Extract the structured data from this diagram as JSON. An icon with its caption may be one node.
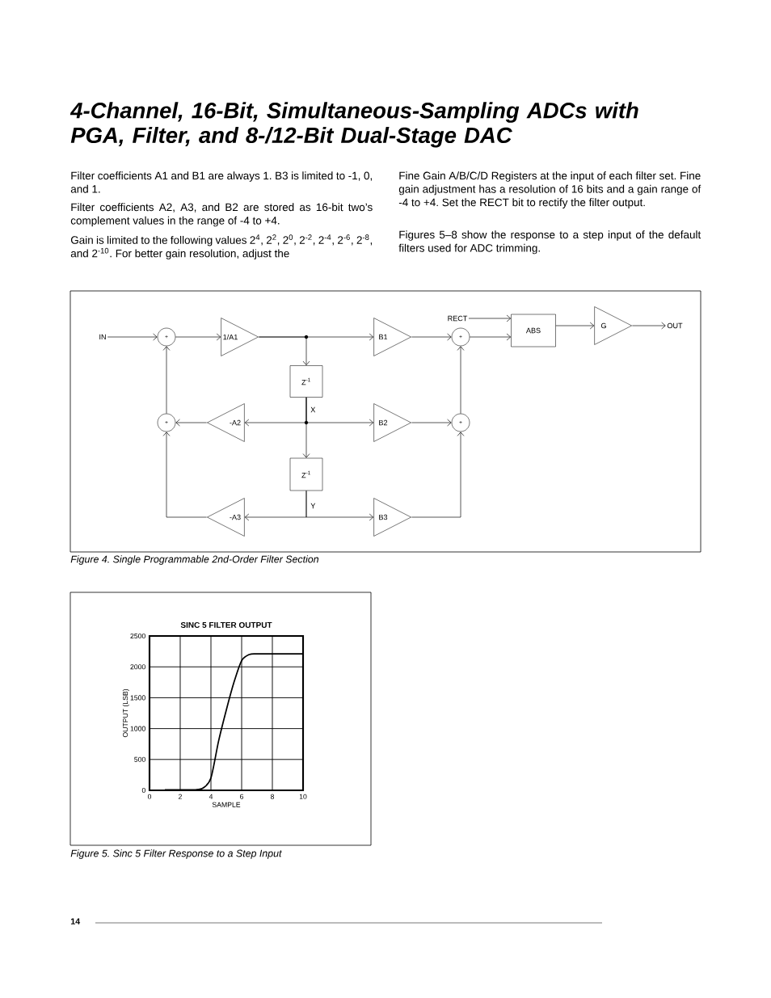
{
  "diagram": {
    "title": "4-Channel, 16-Bit, Simultaneous-Sampling ADCs with PGA, Filter, and 8-/12-Bit Dual-Stage DAC",
    "nodes": [
      {
        "text": [
          "IN"
        ]
      },
      {
        "text": [
          "+"
        ]
      },
      {
        "text": [
          "1/A1"
        ]
      },
      {
        "text": [
          "B1"
        ]
      },
      {
        "text": [
          "+"
        ]
      },
      {
        "text": [
          "RECT"
        ]
      },
      {
        "text": [
          "ABS"
        ]
      },
      {
        "text": [
          "G"
        ]
      },
      {
        "text": [
          "OUT"
        ]
      },
      {
        "text": [
          "Z$^{-1}$"
        ]
      },
      {
        "text": [
          "+"
        ]
      },
      {
        "text": [
          "-A2"
        ]
      },
      {
        "text": [
          "B2"
        ]
      },
      {
        "text": [
          "+"
        ]
      },
      {
        "text": [
          "Z$^{-1}$"
        ]
      },
      {
        "text": [
          "-A3"
        ]
      },
      {
        "text": [
          "B3"
        ]
      }
    ],
    "edges": [
      {
        "from": 0,
        "to": 1,
        "arrow": "to"
      },
      {
        "from": 1,
        "to": 2,
        "arrow": "to"
      },
      {
        "from": 2,
        "to": 3,
        "arrow": "to"
      },
      {
        "from": 2,
        "to": 9,
        "arrow": "to"
      },
      {
        "from": 3,
        "to": 4,
        "arrow": "to"
      },
      {
        "from": 5,
        "to": 6,
        "arrow": "to"
      },
      {
        "from": 4,
        "to": 6,
        "arrow": "to"
      },
      {
        "from": 6,
        "to": 7,
        "arrow": "to"
      },
      {
        "from": 7,
        "to": 8,
        "arrow": "to"
      },
      {
        "from": 9,
        "to": 11,
        "arrow": "to"
      },
      {
        "from": 9,
        "to": 12,
        "arrow": "to"
      },
      {
        "from": 9,
        "to": 14,
        "arrow": "to"
      },
      {
        "from": 11,
        "to": 10,
        "arrow": "to"
      },
      {
        "from": 10,
        "to": 1,
        "arrow": "to"
      },
      {
        "from": 12,
        "to": 13,
        "arrow": "to"
      },
      {
        "from": 13,
        "to": 4,
        "arrow": "to"
      },
      {
        "from": 14,
        "to": 15,
        "arrow": "to"
      },
      {
        "from": 14,
        "to": 16,
        "arrow": "to"
      },
      {
        "from": 15,
        "to": 10,
        "arrow": "to"
      },
      {
        "from": 16,
        "to": 13,
        "arrow": "to"
      }
    ],
    "labels": [
      "Filter coefficients A1 and B1 are always 1. B3 is limited to -1, 0, and 1.",
      "Filter coefficients A2, A3, and B2 are stored as 16-bit two’s complement values in the range of -4 to +4.",
      "Gain is limited to the following values 2$^{4}$, 2$^{2}$, 2$^{0}$, 2$^{-2}$, 2$^{-4}$, 2$^{-6}$, 2$^{-8}$, and 2$^{-10}$. For better gain resolution, adjust the",
      "Fine Gain A/B/C/D Registers at the input of each filter set. Fine gain adjustment has a resolution of 16 bits and a gain range of -4 to +4. Set the RECT bit to rectify the filter output.",
      "Figures 5–8 show the response to a step input of the default filters used for ADC trimming.",
      "X",
      "Y",
      "Figure 4. Single Programmable 2nd-Order Filter Section",
      "Figure 5. Sinc 5 Filter Response to a Step Input",
      "14"
    ],
    "chart_data": {
      "type": "line",
      "title": "SINC 5 FILTER OUTPUT",
      "xlabel": "SAMPLE",
      "ylabel": "OUTPUT (LSB)",
      "x": [
        1,
        2,
        3,
        3.5,
        4,
        4.5,
        5,
        5.5,
        6,
        6.5,
        7,
        8,
        9,
        10
      ],
      "grid": true,
      "series": [
        {
          "color": "#000000",
          "values": [
            10,
            10,
            10,
            40,
            200,
            800,
            1300,
            1750,
            2100,
            2200,
            2210,
            2210,
            2210,
            2210
          ]
        }
      ],
      "xlim": [
        0,
        10
      ],
      "ylim": [
        0,
        2500
      ],
      "xticks": [
        0,
        2,
        4,
        6,
        8,
        10
      ],
      "yticks": [
        0,
        500,
        1000,
        1500,
        2000,
        2500
      ]
    }
  }
}
